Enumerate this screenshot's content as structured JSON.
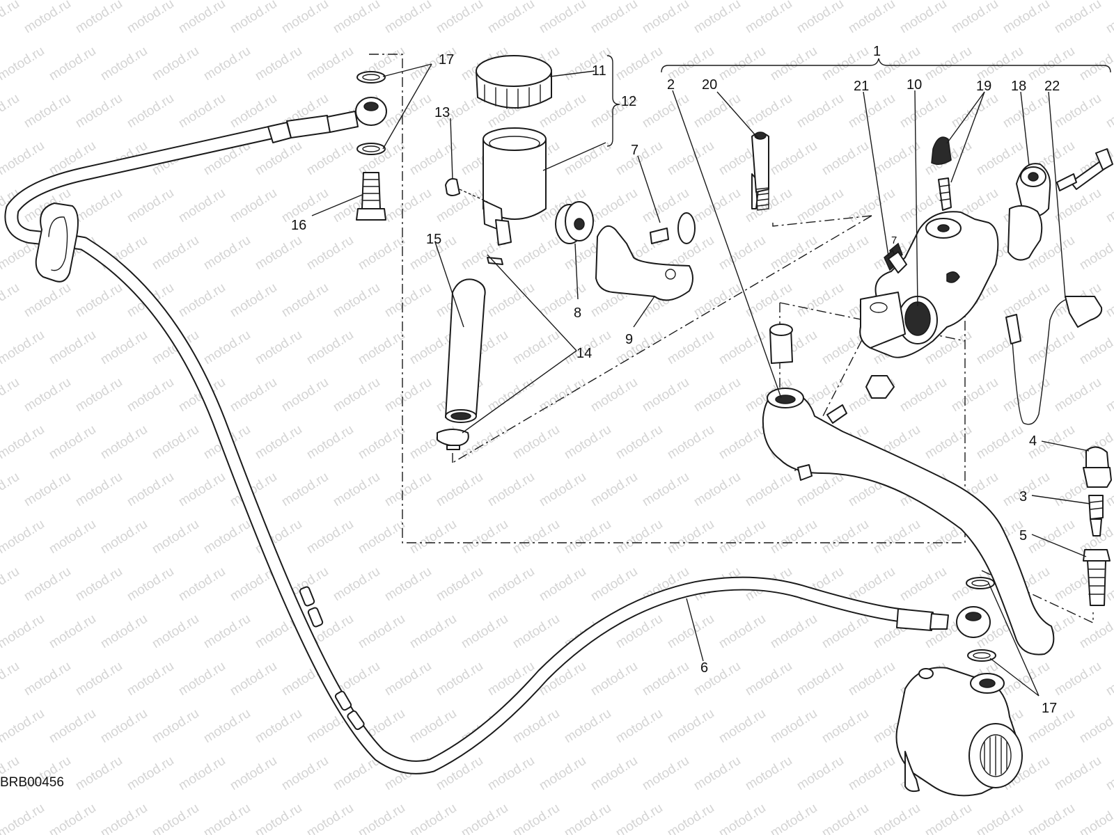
{
  "diagram": {
    "code": "BRB00456",
    "watermark": "motod.ru",
    "callouts": [
      "1",
      "2",
      "3",
      "4",
      "5",
      "6",
      "7",
      "8",
      "9",
      "10",
      "11",
      "12",
      "13",
      "14",
      "15",
      "16",
      "17",
      "18",
      "19",
      "20",
      "21",
      "22"
    ],
    "callout_17_repeat": "17",
    "callout_7_repeat": "7"
  }
}
